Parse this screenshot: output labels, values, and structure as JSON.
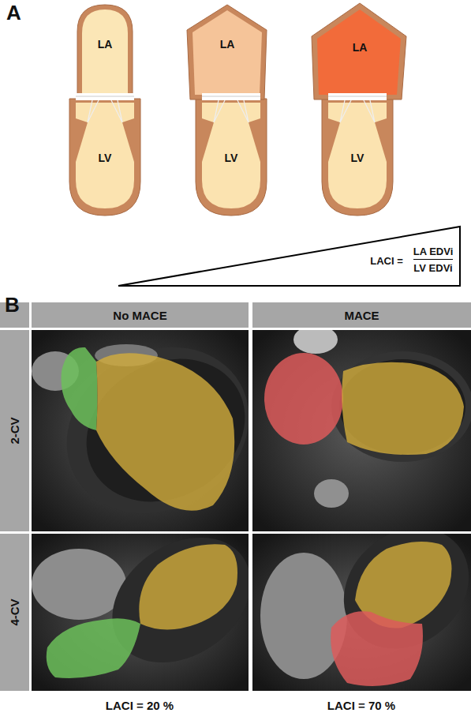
{
  "diagram": {
    "nodes": [
      {
        "text": [
          "No MACE"
        ]
      },
      {
        "text": [
          "MACE"
        ]
      },
      {
        "text": [
          "2-CV"
        ]
      },
      {
        "text": [
          "4-CV"
        ]
      }
    ],
    "labels": [
      "A",
      "LA",
      "LV",
      "LA",
      "LV",
      "LA",
      "LV",
      "LACI =",
      "LA EDVi",
      "LV EDVi",
      "B",
      "LACI = 20 %",
      "LACI = 70 %"
    ]
  }
}
